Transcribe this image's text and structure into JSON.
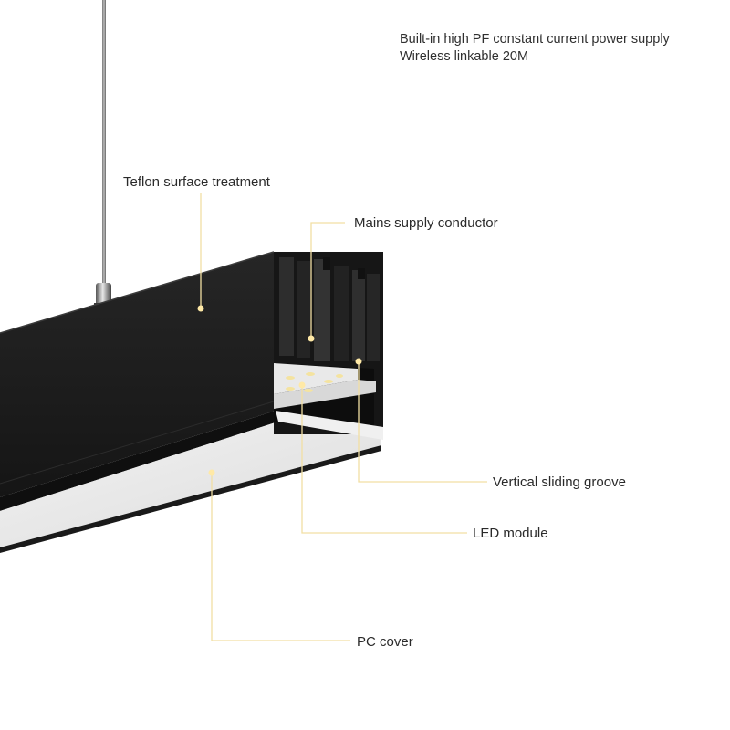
{
  "specs": {
    "line1": "Built-in high PF constant current power supply",
    "line2": "Wireless linkable 20M"
  },
  "callouts": {
    "teflon": "Teflon surface treatment",
    "mains": "Mains supply conductor",
    "groove": "Vertical sliding groove",
    "led": "LED module",
    "pc_cover": "PC cover"
  },
  "colors": {
    "profile_body": "#1c1c1c",
    "leader_line": "#f2dfa3",
    "callout_dot": "#ffe9a6",
    "diffuser": "#e9e9e9"
  }
}
